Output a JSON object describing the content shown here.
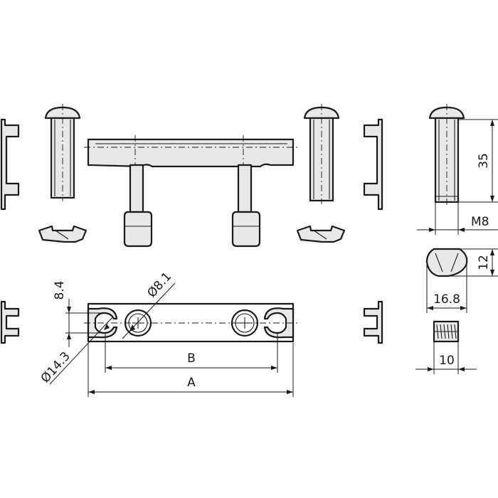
{
  "dimensions": {
    "diameter_hole": "Ø8.1",
    "diameter_outer": "Ø14.3",
    "pitch_small": "8.4",
    "length_b": "B",
    "length_a": "A",
    "bolt_length": "35",
    "thread": "M8",
    "nut_height": "12",
    "nut_width": "16.8",
    "nut_length": "10"
  }
}
